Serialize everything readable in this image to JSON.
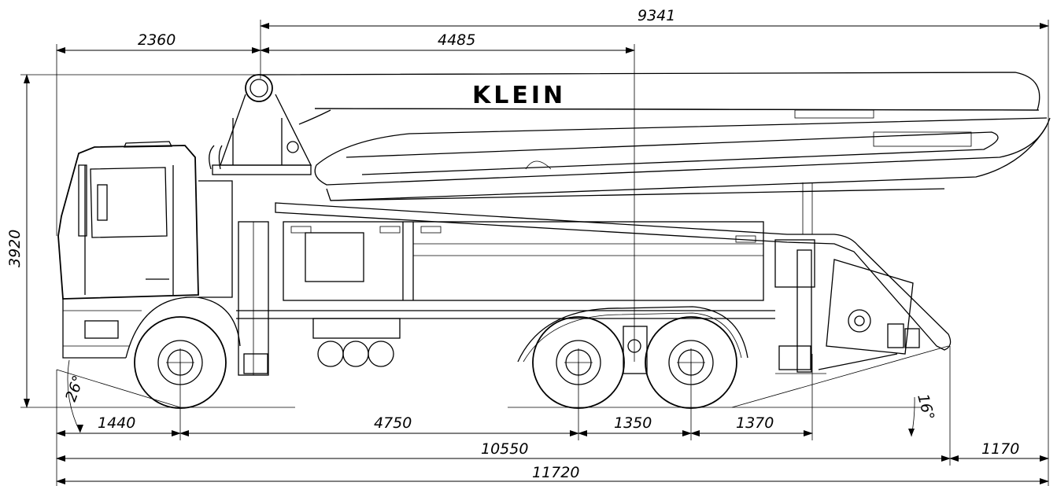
{
  "brand": "KLEIN",
  "dimensions": {
    "overall_boom_length": "9341",
    "cab_to_turret": "2360",
    "turret_to_rear_axle_ref": "4485",
    "height": "3920",
    "front_overhang": "1440",
    "wheelbase_front": "4750",
    "axle_spacing": "1350",
    "rear_to_outrigger": "1370",
    "chassis_length": "10550",
    "boom_overhang": "1170",
    "overall_length": "11720"
  },
  "angles": {
    "approach": "26°",
    "departure": "16°"
  }
}
